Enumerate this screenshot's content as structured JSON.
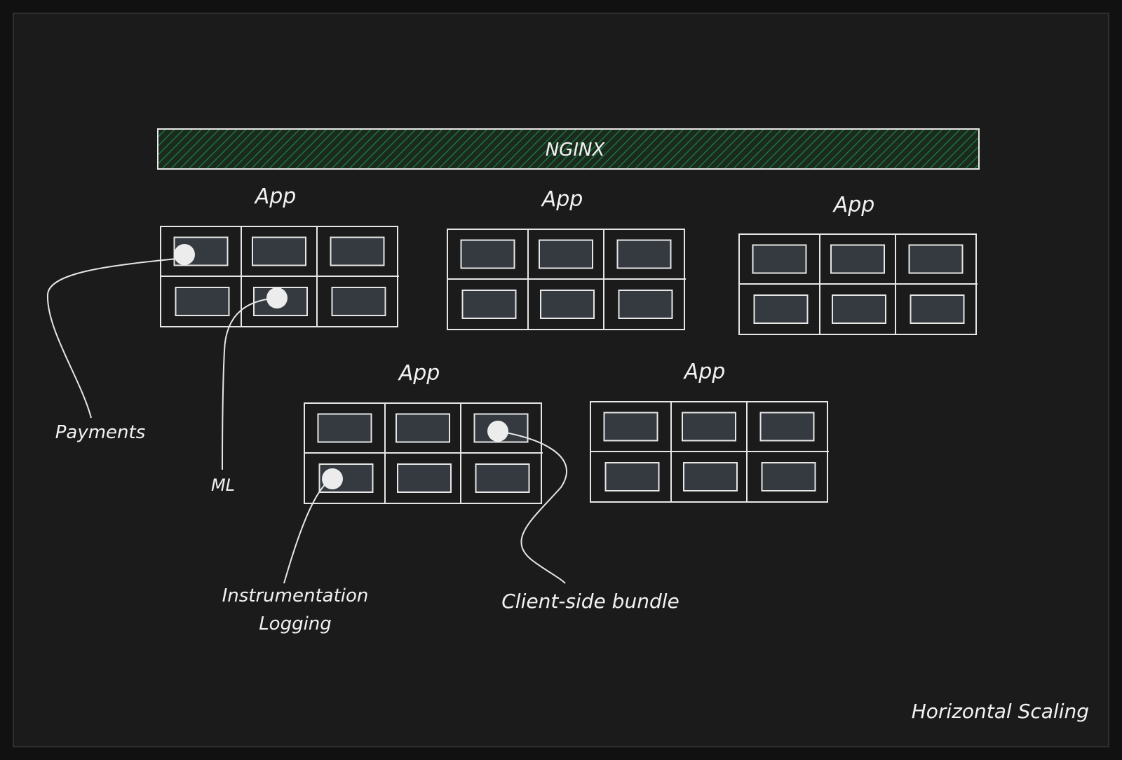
{
  "diagram": {
    "load_balancer": {
      "label": "NGINX",
      "color": "#1f8a42"
    },
    "apps": [
      {
        "label": "App"
      },
      {
        "label": "App"
      },
      {
        "label": "App"
      },
      {
        "label": "App"
      },
      {
        "label": "App"
      }
    ],
    "annotations": {
      "payments": "Payments",
      "ml": "ML",
      "instrumentation": "Instrumentation",
      "logging": "Logging",
      "client_bundle": "Client-side bundle"
    },
    "footer_title": "Horizontal Scaling"
  }
}
